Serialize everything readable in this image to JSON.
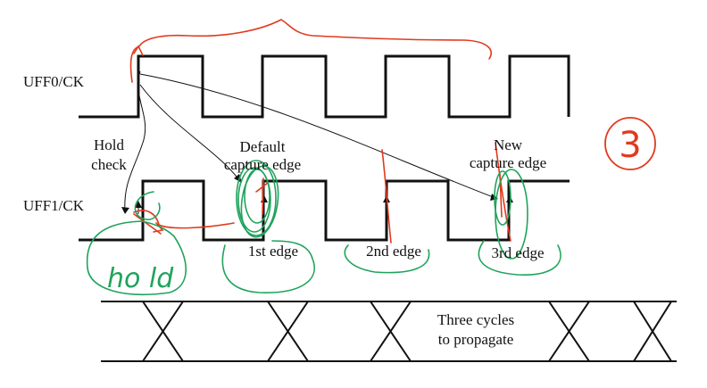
{
  "diagram": {
    "signals": {
      "launch_clock": "UFF0/CK",
      "capture_clock": "UFF1/CK"
    },
    "labels": {
      "hold_line1": "Hold",
      "hold_line2": "check",
      "default_line1": "Default",
      "default_line2": "capture edge",
      "new_line1": "New",
      "new_line2": "capture edge",
      "first_edge": "1st edge",
      "second_edge": "2nd edge",
      "third_edge": "3rd edge",
      "propagate_line1": "Three cycles",
      "propagate_line2": "to propagate"
    },
    "annotations": {
      "circled_number": "3",
      "hold_note": "ho ld"
    },
    "colors": {
      "waveform": "#111111",
      "red_ink": "#e03a1e",
      "green_ink": "#1fa35c"
    }
  }
}
